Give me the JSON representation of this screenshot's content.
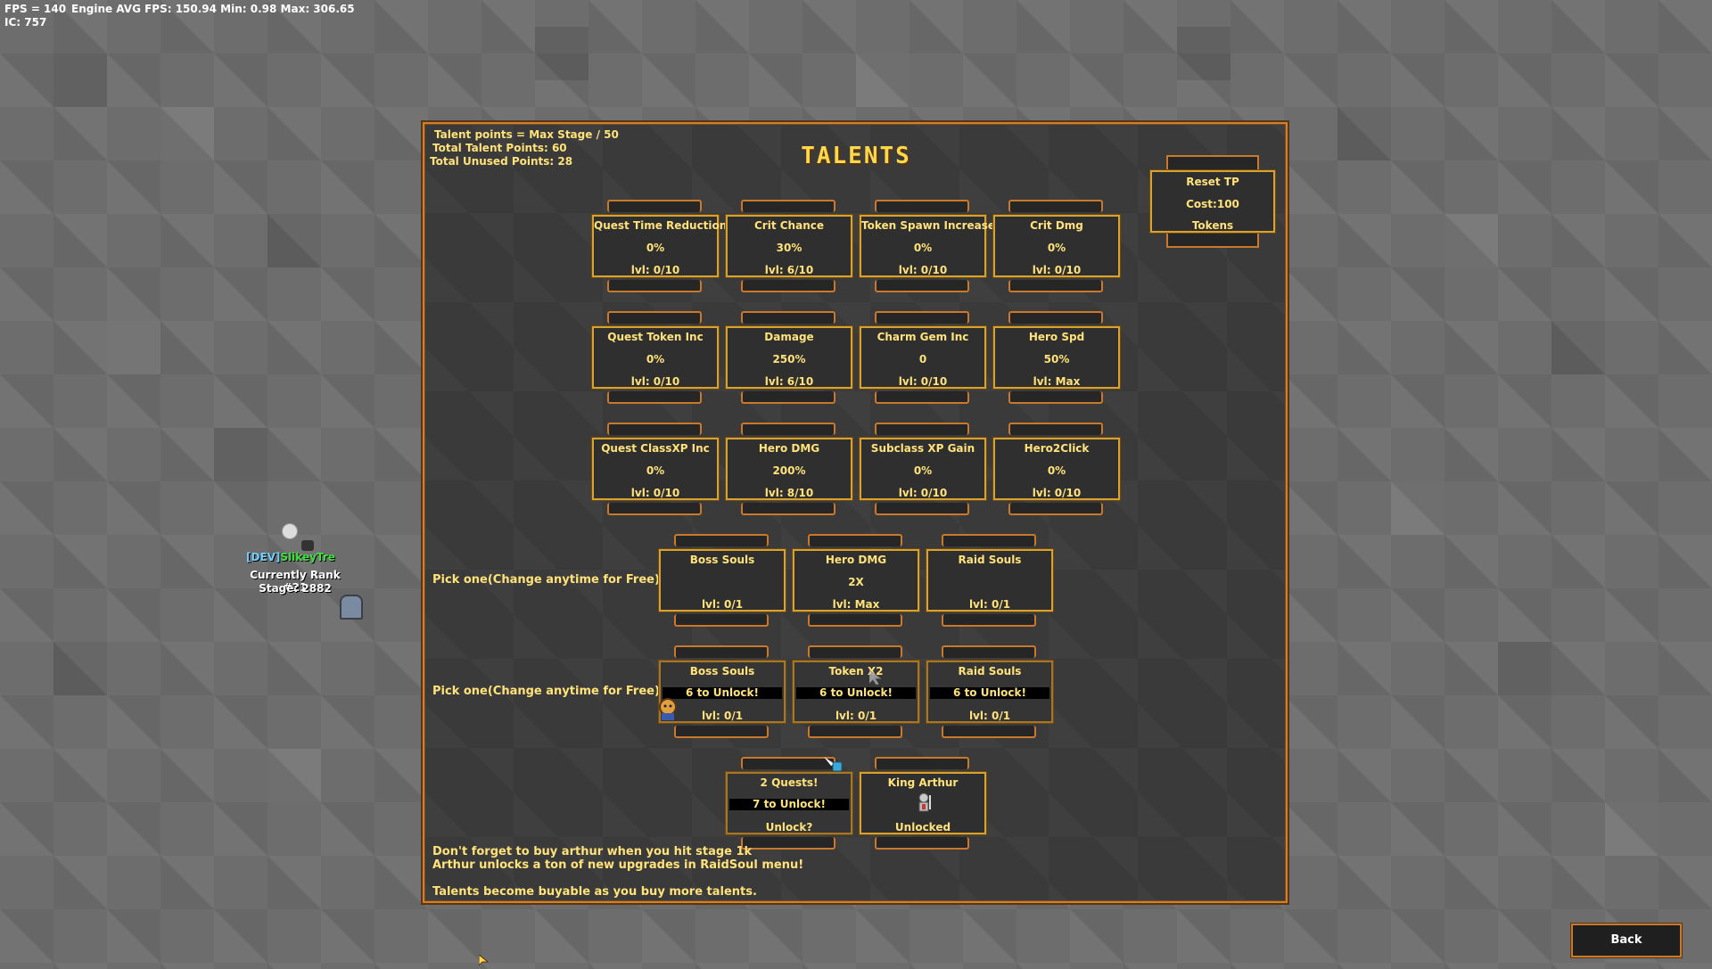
{
  "hud": {
    "fps": "FPS = 140",
    "engine": "Engine AVG FPS: 150.94 Min: 0.98 Max: 306.65",
    "ic": "IC: 757"
  },
  "panel": {
    "info_line1": "Talent points = Max Stage / 50",
    "info_line2": "Total Talent Points: 60",
    "info_line3": "Total Unused Points: 28",
    "title": "TALENTS"
  },
  "reset": {
    "label": "Reset TP",
    "cost": "Cost:100",
    "unit": "Tokens"
  },
  "talents": [
    {
      "name": "Quest Time Reduction",
      "value": "0%",
      "level": "lvl: 0/10"
    },
    {
      "name": "Crit Chance",
      "value": "30%",
      "level": "lvl: 6/10"
    },
    {
      "name": "Token Spawn Increase",
      "value": "0%",
      "level": "lvl: 0/10"
    },
    {
      "name": "Crit Dmg",
      "value": "0%",
      "level": "lvl: 0/10"
    },
    {
      "name": "Quest Token Inc",
      "value": "0%",
      "level": "lvl: 0/10"
    },
    {
      "name": "Damage",
      "value": "250%",
      "level": "lvl: 6/10"
    },
    {
      "name": "Charm Gem Inc",
      "value": "0",
      "level": "lvl: 0/10"
    },
    {
      "name": "Hero Spd",
      "value": "50%",
      "level": "lvl: Max"
    },
    {
      "name": "Quest ClassXP Inc",
      "value": "0%",
      "level": "lvl: 0/10"
    },
    {
      "name": "Hero DMG",
      "value": "200%",
      "level": "lvl: 8/10"
    },
    {
      "name": "Subclass XP Gain",
      "value": "0%",
      "level": "lvl: 0/10"
    },
    {
      "name": "Hero2Click",
      "value": "0%",
      "level": "lvl: 0/10"
    }
  ],
  "pick_label": "Pick one(Change anytime for Free)--->",
  "pick1": [
    {
      "name": "Boss Souls",
      "value": "",
      "level": "lvl: 0/1"
    },
    {
      "name": "Hero DMG",
      "value": "2X",
      "level": "lvl: Max"
    },
    {
      "name": "Raid Souls",
      "value": "",
      "level": "lvl: 0/1"
    }
  ],
  "pick2": [
    {
      "name": "Boss Souls",
      "lock": "6 to Unlock!",
      "level": "lvl: 0/1"
    },
    {
      "name": "Token X2",
      "lock": "6 to Unlock!",
      "level": "lvl: 0/1"
    },
    {
      "name": "Raid Souls",
      "lock": "6 to Unlock!",
      "level": "lvl: 0/1"
    }
  ],
  "last": [
    {
      "name": "2 Quests!",
      "lock": "7 to Unlock!",
      "level": "Unlock?"
    },
    {
      "name": "King Arthur",
      "level": "Unlocked"
    }
  ],
  "footer": {
    "line1": "Don't forget to buy arthur when you hit stage 1k",
    "line2": "Arthur unlocks a ton of new upgrades in RaidSoul menu!",
    "line3": "Talents become buyable as you buy more talents."
  },
  "player": {
    "tag": "[DEV]",
    "name": "SlikeyTre",
    "rank": "Currently Rank #21",
    "stage": "Stage: 2882"
  },
  "back_label": "Back",
  "colors": {
    "accent": "#d8a233",
    "text": "#ffe27a",
    "frame": "#d07f2e"
  }
}
